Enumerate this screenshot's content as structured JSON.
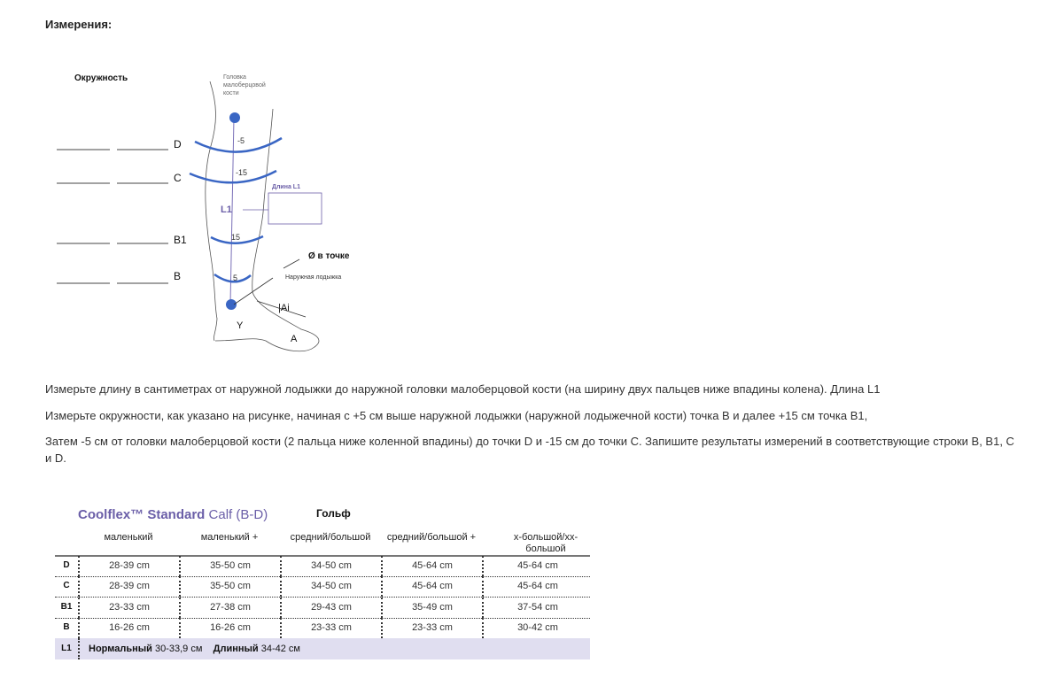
{
  "heading": "Измерения:",
  "diagram": {
    "circumference_label": "Окружность",
    "head_label": "Головка малоберцовой кости",
    "points": [
      "D",
      "C",
      "B1",
      "B"
    ],
    "marks": [
      "-5",
      "-15",
      "15",
      "5"
    ],
    "l1": "L1",
    "l1_box_label": "Длина L1",
    "diameter_label": "Ø в точке",
    "ankle_label": "Наружная лодыжка",
    "ai": "|Ai",
    "y": "Y",
    "a": "A"
  },
  "paragraphs": [
    "Измерьте длину в сантиметрах от наружной лодыжки до наружной головки малоберцовой кости (на ширину двух пальцев ниже впадины колена). Длина L1",
    "Измерьте окружности, как указано на рисунке, начиная с +5 см выше наружной лодыжки (наружной лодыжечной кости)  точка B и далее +15 см точка B1,",
    " Затем -5 см от головки малоберцовой кости (2 пальца ниже коленной впадины) до точки D и -15 см до точки C. Запишите результаты измерений в соответствующие строки B, B1, C и D."
  ],
  "table": {
    "brand_bold": "Coolflex™ Standard",
    "brand_light": "Calf (B-D)",
    "type": "Гольф",
    "headers": [
      "маленький",
      "маленький +",
      "средний/большой",
      "средний/большой +",
      "x-большой/xx-большой"
    ],
    "rows": [
      {
        "label": "D",
        "values": [
          "28-39 cm",
          "35-50 cm",
          "34-50 cm",
          "45-64 cm",
          "45-64 cm"
        ]
      },
      {
        "label": "C",
        "values": [
          "28-39 cm",
          "35-50 cm",
          "34-50 cm",
          "45-64 cm",
          "45-64 cm"
        ]
      },
      {
        "label": "B1",
        "values": [
          "23-33 cm",
          "27-38 cm",
          "29-43 cm",
          "35-49 cm",
          "37-54 cm"
        ]
      },
      {
        "label": "B",
        "values": [
          "16-26 cm",
          "16-26 cm",
          "23-33 cm",
          "23-33 cm",
          "30-42 cm"
        ]
      }
    ],
    "l1_label": "L1",
    "normal_bold": "Нормальный",
    "normal_val": "30-33,9 см",
    "long_bold": "Длинный",
    "long_val": "34-42 см"
  }
}
